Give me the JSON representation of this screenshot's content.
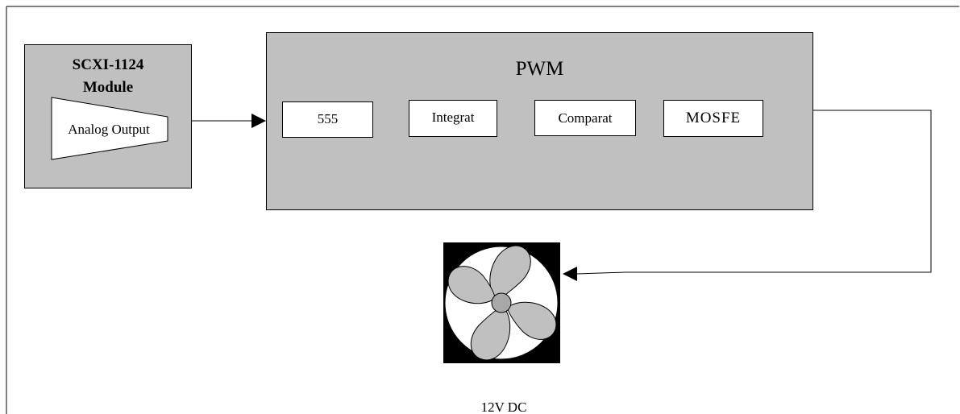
{
  "scxi_module": {
    "title_line1": "SCXI-1124",
    "title_line2": "Module",
    "analog_output_label": "Analog Output"
  },
  "pwm": {
    "title": "PWM",
    "blocks": [
      "555",
      "Integrat",
      "Comparat",
      "MOSFE"
    ]
  },
  "fan": {
    "label": "12V DC"
  },
  "colors": {
    "block_fill": "#c0c0c0",
    "fan_blade": "#c0c0c0",
    "fan_frame": "#000000",
    "line": "#000000"
  }
}
